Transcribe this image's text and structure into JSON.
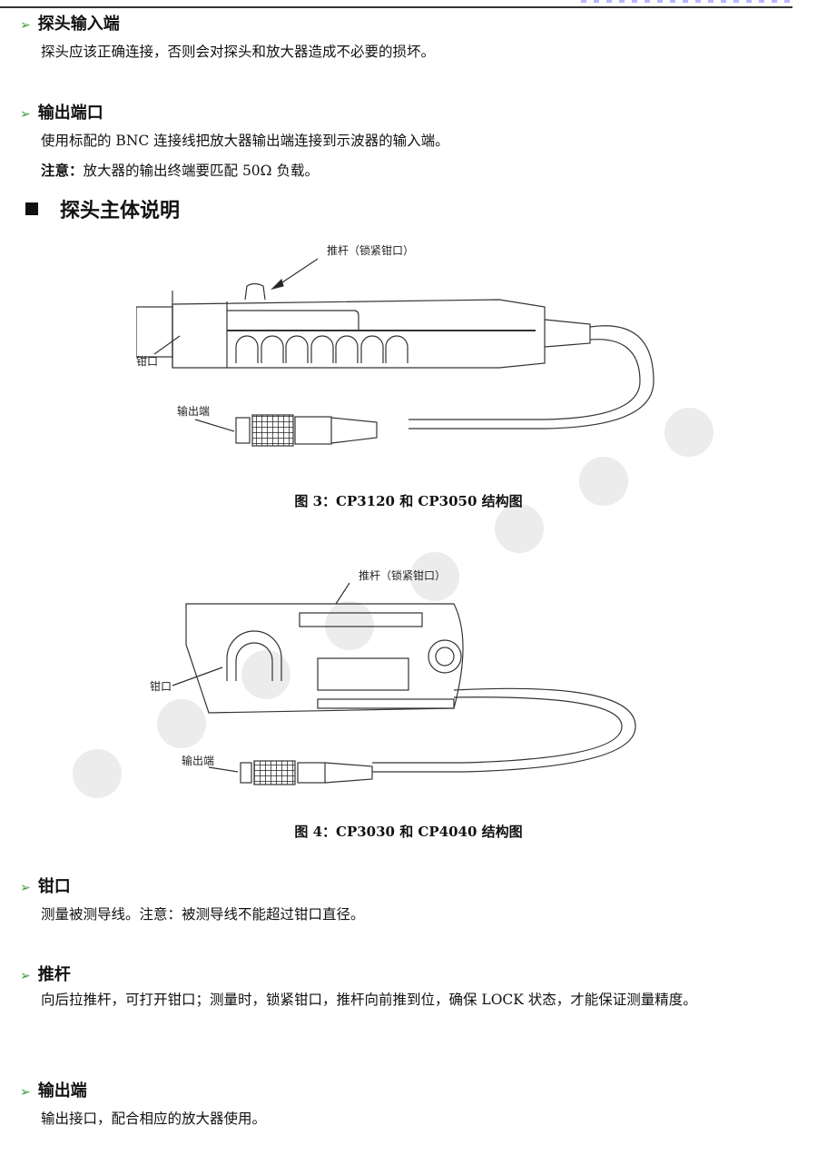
{
  "sections": [
    {
      "heading": "探头输入端",
      "body": "探头应该正确连接，否则会对探头和放大器造成不必要的损坏。"
    },
    {
      "heading": "输出端口",
      "body": "使用标配的 BNC 连接线把放大器输出端连接到示波器的输入端。",
      "note_label": "注意：",
      "note": "放大器的输出终端要匹配 50Ω 负载。"
    }
  ],
  "main_section": "探头主体说明",
  "figure3": {
    "label_pushrod": "推杆（锁紧钳口）",
    "label_jaw": "钳口",
    "label_output": "输出端",
    "caption": "图 3：CP3120 和 CP3050 结构图"
  },
  "figure4": {
    "label_pushrod": "推杆（锁紧钳口）",
    "label_jaw": "钳口",
    "label_output": "输出端",
    "caption": "图 4：CP3030  和 CP4040 结构图"
  },
  "parts": [
    {
      "heading": "钳口",
      "body": "测量被测导线。注意：被测导线不能超过钳口直径。"
    },
    {
      "heading": "推杆",
      "body": "向后拉推杆，可打开钳口；测量时，锁紧钳口，推杆向前推到位，确保 LOCK 状态，才能保证测量精度。"
    },
    {
      "heading": "输出端",
      "body": "输出接口，配合相应的放大器使用。"
    }
  ],
  "bullet_icon": "arrow-right-icon"
}
